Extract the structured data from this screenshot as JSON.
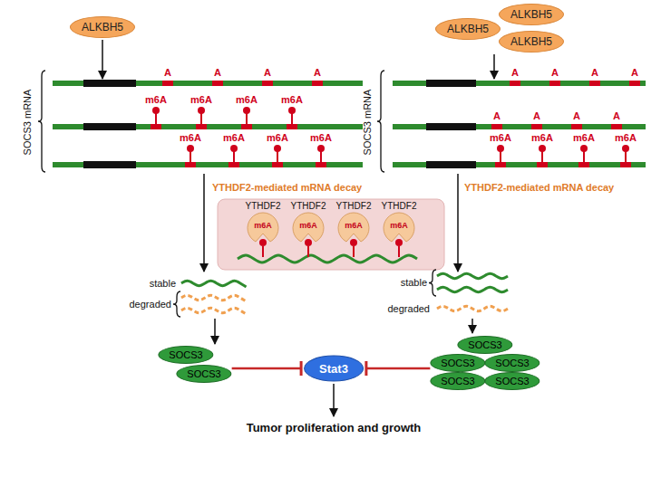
{
  "diagram": {
    "nodes": [
      {
        "text": [
          "ALKBH5"
        ]
      },
      {
        "text": [
          "ALKBH5"
        ]
      },
      {
        "text": [
          "ALKBH5"
        ]
      },
      {
        "text": [
          "ALKBH5"
        ]
      },
      {
        "text": [
          "YTHDF2",
          "m6A"
        ]
      },
      {
        "text": [
          "YTHDF2",
          "m6A"
        ]
      },
      {
        "text": [
          "YTHDF2",
          "m6A"
        ]
      },
      {
        "text": [
          "YTHDF2",
          "m6A"
        ]
      },
      {
        "text": [
          "SOCS3"
        ]
      },
      {
        "text": [
          "SOCS3"
        ]
      },
      {
        "text": [
          "SOCS3"
        ]
      },
      {
        "text": [
          "SOCS3"
        ]
      },
      {
        "text": [
          "SOCS3"
        ]
      },
      {
        "text": [
          "SOCS3"
        ]
      },
      {
        "text": [
          "SOCS3"
        ]
      },
      {
        "text": [
          "Stat3"
        ]
      }
    ],
    "edges": [
      {
        "from": 9,
        "to": 15,
        "arrow": "to"
      },
      {
        "from": 11,
        "to": 15,
        "arrow": "to"
      }
    ],
    "labels": [
      "SOCS3 mRNA",
      "A",
      "A",
      "A",
      "A",
      "m6A",
      "m6A",
      "m6A",
      "m6A",
      "m6A",
      "m6A",
      "m6A",
      "m6A",
      "YTHDF2-mediated mRNA decay",
      "SOCS3 mRNA",
      "A",
      "A",
      "A",
      "A",
      "A",
      "A",
      "A",
      "A",
      "m6A",
      "m6A",
      "m6A",
      "m6A",
      "YTHDF2-mediated mRNA decay",
      "stable",
      "degraded",
      "stable",
      "degraded",
      "Tumor proliferation and growth"
    ]
  }
}
